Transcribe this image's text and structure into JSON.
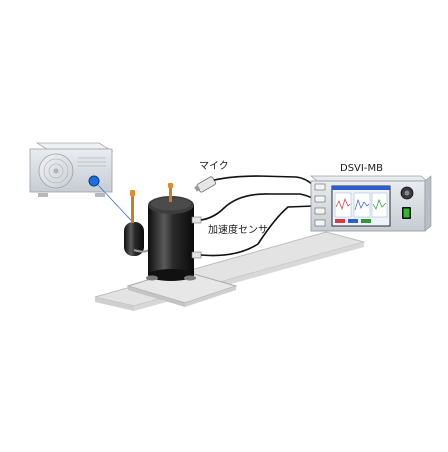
{
  "labels": {
    "microphone": "マイク",
    "accelerometer": "加速度センサ",
    "device": "DSVI-MB"
  },
  "colors": {
    "compressor_body": "#1c1c1c",
    "copper_pipe": "#e08a2c",
    "sensor_dot": "#1e6fd9",
    "switch_green": "#2eb82e",
    "screen_blue": "#2a5fd0"
  },
  "icons": {
    "outdoor_unit": "air-conditioner-outdoor-unit-icon",
    "compressor": "compressor-icon",
    "microphone": "microphone-icon",
    "accelerometer": "accelerometer-sensor-icon",
    "analyzer": "dsvi-mb-analyzer-icon",
    "power_switch": "power-switch-icon",
    "knob": "dial-knob-icon"
  }
}
